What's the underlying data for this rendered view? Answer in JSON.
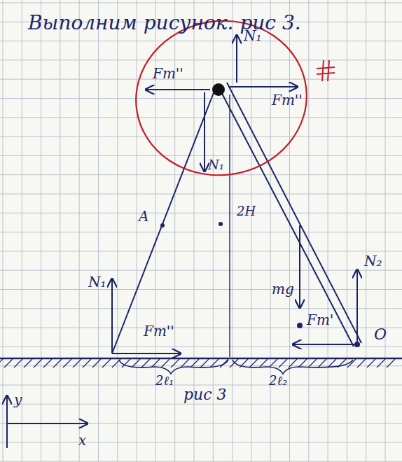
{
  "diagram": {
    "title": "Выполним рисунок. рис 3.",
    "caption": "рис 3",
    "labels": [
      "N₁",
      "Fт''",
      "Fт''",
      "N₁",
      "A",
      "2H",
      "N₁",
      "Fт''",
      "mg",
      "N₂",
      "Fт'",
      "O",
      "2ℓ₁",
      "2ℓ₂",
      "y",
      "x"
    ]
  }
}
